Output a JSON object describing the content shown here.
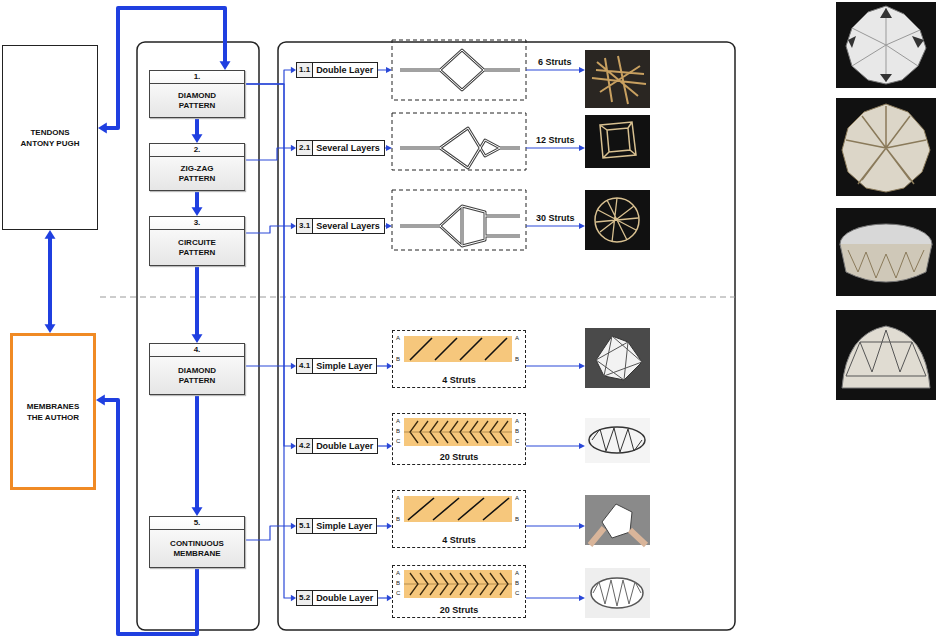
{
  "diagram": {
    "nodes": [
      {
        "text": [
          "TENDONS",
          "ANTONY PUGH"
        ]
      },
      {
        "text": [
          "MEMBRANES",
          "THE AUTHOR"
        ]
      },
      {
        "text": [
          "1.",
          "DIAMOND PATTERN"
        ]
      },
      {
        "text": [
          "2.",
          "ZIG-ZAG PATTERN"
        ]
      },
      {
        "text": [
          "3.",
          "CIRCUITE PATTERN"
        ]
      },
      {
        "text": [
          "4.",
          "DIAMOND PATTERN"
        ]
      },
      {
        "text": [
          "5.",
          "CONTINUOUS MEMBRANE"
        ]
      },
      {
        "text": [
          "1.1",
          "Double Layer"
        ]
      },
      {
        "text": [
          "2.1",
          "Several Layers"
        ]
      },
      {
        "text": [
          "3.1",
          "Several Layers"
        ]
      },
      {
        "text": [
          "4.1",
          "Simple Layer"
        ]
      },
      {
        "text": [
          "4.2",
          "Double Layer"
        ]
      },
      {
        "text": [
          "5.1",
          "Simple Layer"
        ]
      },
      {
        "text": [
          "5.2",
          "Double Layer"
        ]
      },
      {
        "text": [
          "4 Struts"
        ]
      },
      {
        "text": [
          "20 Struts"
        ]
      },
      {
        "text": [
          "4 Struts"
        ]
      },
      {
        "text": [
          "20 Struts"
        ]
      }
    ],
    "edges": [
      {
        "from": 0,
        "to": 1,
        "arrow": "both"
      },
      {
        "from": 0,
        "to": 2,
        "arrow": "both"
      },
      {
        "from": 6,
        "to": 1,
        "arrow": "to"
      },
      {
        "from": 2,
        "to": 3,
        "arrow": "to"
      },
      {
        "from": 3,
        "to": 4,
        "arrow": "to"
      },
      {
        "from": 4,
        "to": 5,
        "arrow": "to"
      },
      {
        "from": 5,
        "to": 6,
        "arrow": "to"
      },
      {
        "from": 2,
        "to": 7,
        "arrow": "to"
      },
      {
        "from": 3,
        "to": 8,
        "arrow": "to"
      },
      {
        "from": 4,
        "to": 9,
        "arrow": "to"
      },
      {
        "from": 5,
        "to": 10,
        "arrow": "to"
      },
      {
        "from": 2,
        "to": 11,
        "arrow": "to"
      },
      {
        "from": 6,
        "to": 12,
        "arrow": "to"
      },
      {
        "from": 2,
        "to": 13,
        "arrow": "to"
      },
      {
        "from": 10,
        "to": 14,
        "arrow": "to"
      },
      {
        "from": 11,
        "to": 15,
        "arrow": "to"
      },
      {
        "from": 12,
        "to": 16,
        "arrow": "to"
      },
      {
        "from": 13,
        "to": 17,
        "arrow": "to"
      }
    ],
    "labels": [
      "6 Struts",
      "12 Struts",
      "30 Struts",
      "A",
      "B",
      "A",
      "B",
      "A",
      "B",
      "C",
      "A",
      "B",
      "C",
      "A",
      "B",
      "A",
      "B",
      "A",
      "B",
      "C",
      "A",
      "B",
      "C"
    ]
  }
}
